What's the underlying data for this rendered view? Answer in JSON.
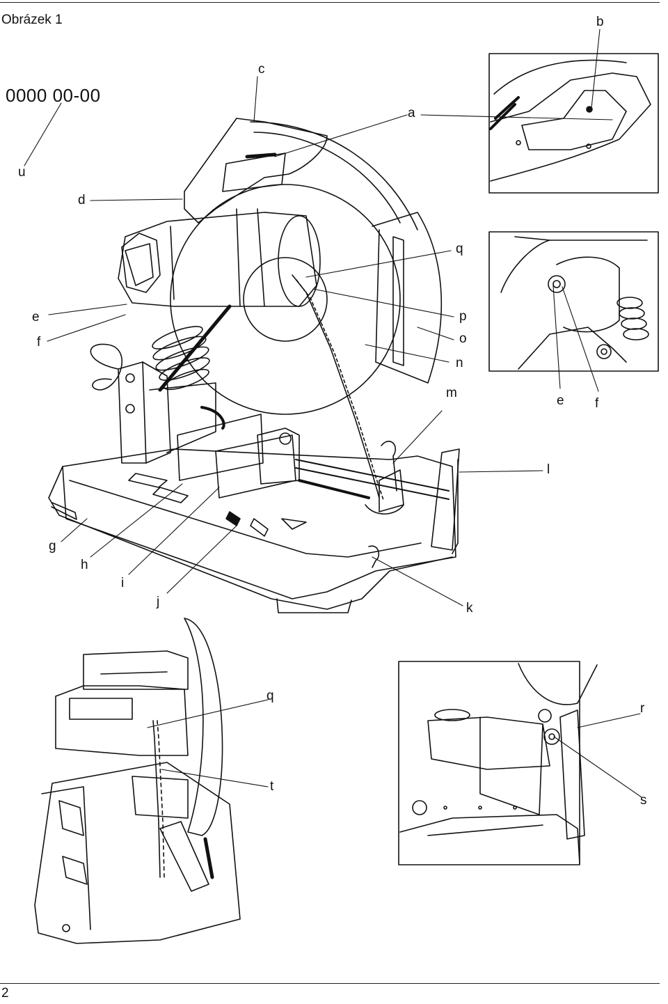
{
  "figure": {
    "title": "Obrázek 1",
    "catalog_number": "0000  00-00"
  },
  "page": {
    "number": "2"
  },
  "callouts": {
    "a": "a",
    "b": "b",
    "c": "c",
    "d": "d",
    "e": "e",
    "f": "f",
    "g": "g",
    "h": "h",
    "i": "i",
    "j": "j",
    "k": "k",
    "l": "l",
    "m": "m",
    "n": "n",
    "o": "o",
    "p": "p",
    "q": "q",
    "r": "r",
    "s": "s",
    "t": "t",
    "u": "u",
    "detail_e": "e",
    "detail_f": "f",
    "lower_q": "q"
  }
}
